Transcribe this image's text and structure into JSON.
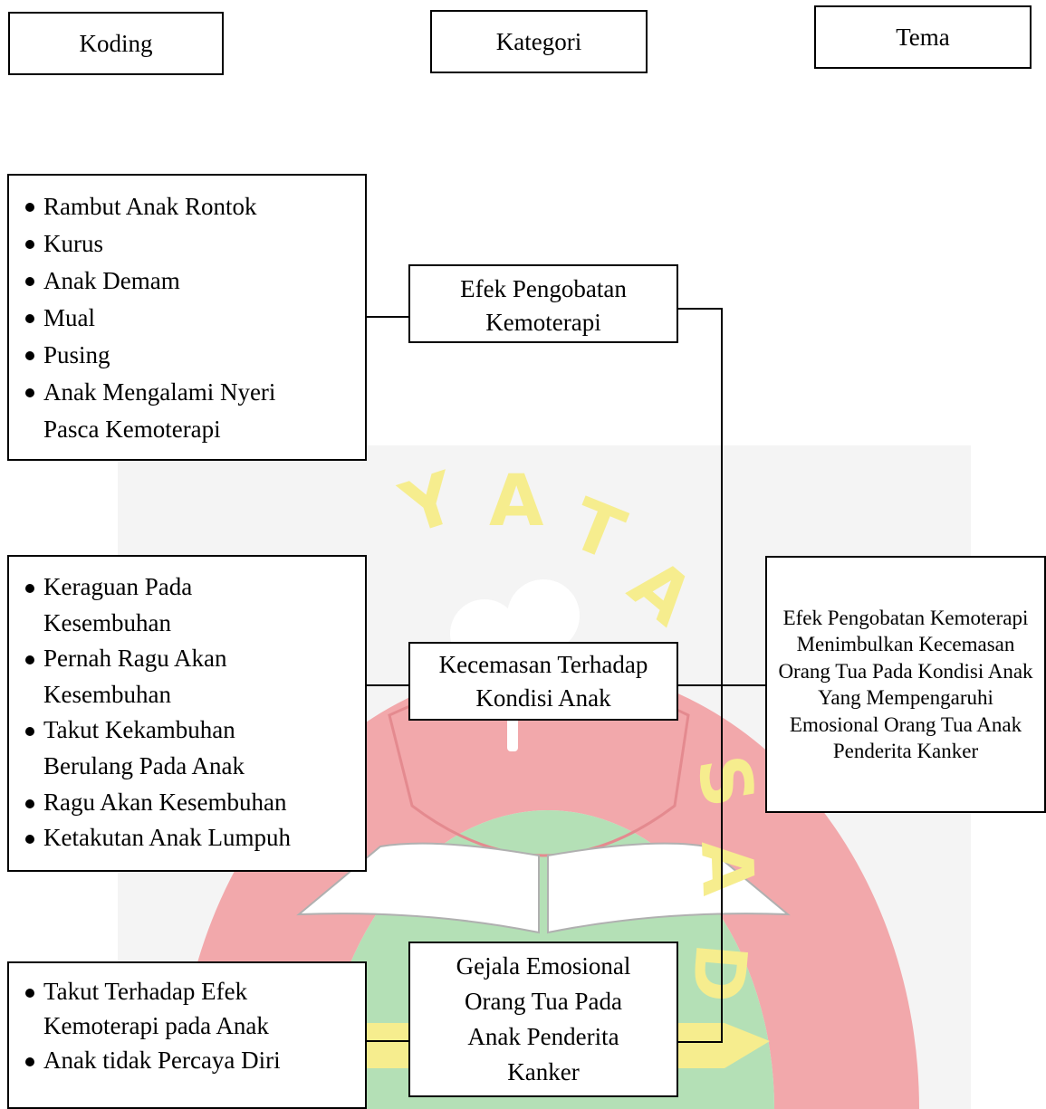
{
  "headers": {
    "koding": "Koding",
    "kategori": "Kategori",
    "tema": "Tema"
  },
  "coding_groups": [
    {
      "items": [
        "Rambut Anak Rontok",
        "Kurus",
        "Anak Demam",
        "Mual",
        "Pusing",
        "Anak Mengalami Nyeri Pasca Kemoterapi"
      ]
    },
    {
      "items": [
        "Keraguan Pada Kesembuhan",
        "Pernah Ragu Akan Kesembuhan",
        "Takut Kekambuhan Berulang Pada Anak",
        "Ragu Akan Kesembuhan",
        "Ketakutan Anak Lumpuh"
      ]
    },
    {
      "items": [
        "Takut Terhadap Efek Kemoterapi pada Anak",
        "Anak tidak Percaya Diri"
      ]
    }
  ],
  "categories": [
    {
      "lines": [
        "Efek Pengobatan",
        "Kemoterapi"
      ]
    },
    {
      "lines": [
        "Kecemasan Terhadap",
        "Kondisi Anak"
      ]
    },
    {
      "lines": [
        "Gejala Emosional",
        "Orang Tua Pada",
        "Anak Penderita",
        "Kanker"
      ]
    }
  ],
  "theme": {
    "text": "Efek Pengobatan Kemoterapi Menimbulkan Kecemasan Orang Tua Pada Kondisi Anak Yang Mempengaruhi Emosional Orang Tua Anak Penderita Kanker"
  },
  "colors": {
    "watermark_red": "#f2a8ab",
    "watermark_green": "#b4e0b6",
    "watermark_yellow": "#f6ed8e"
  }
}
